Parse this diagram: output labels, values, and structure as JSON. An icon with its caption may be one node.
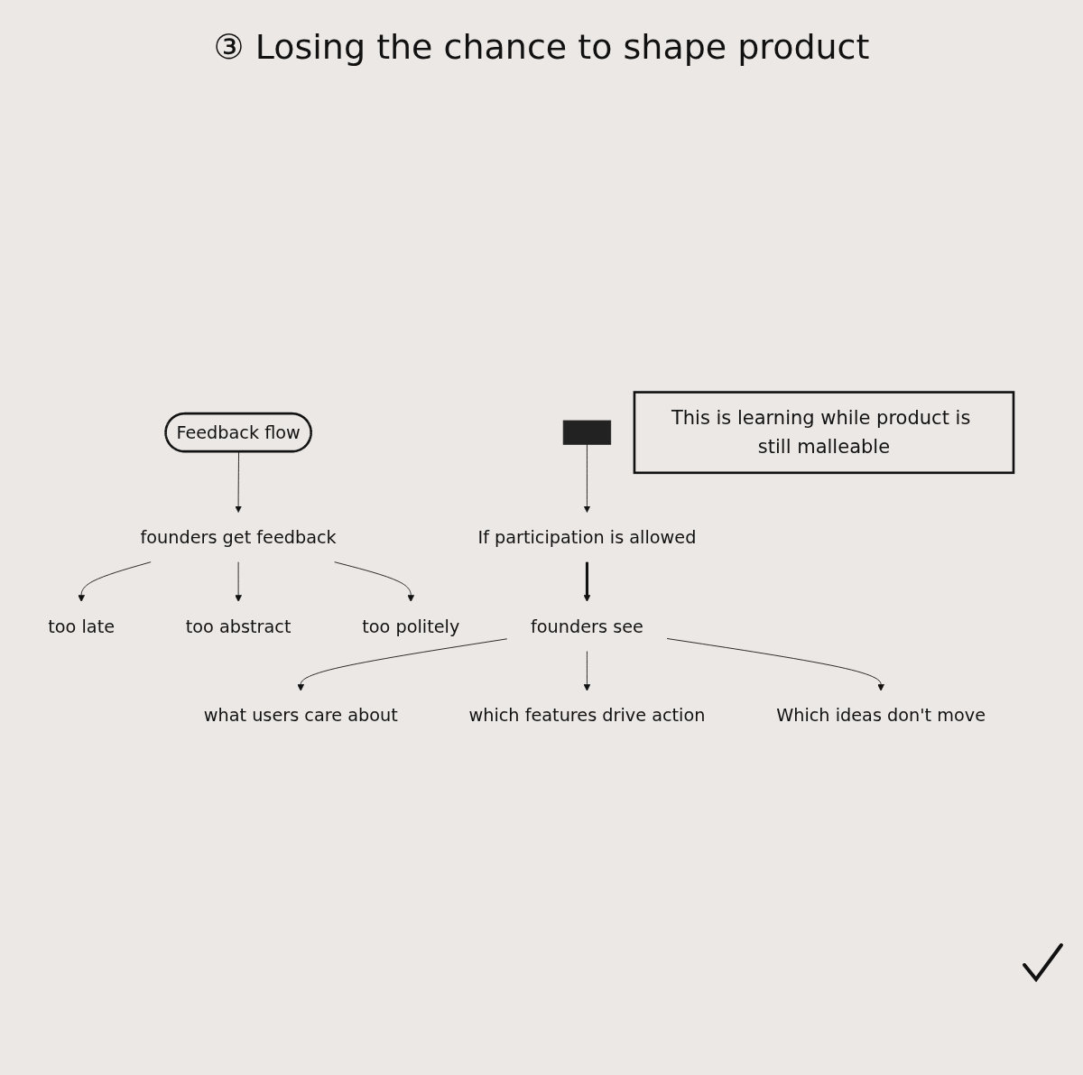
{
  "diagram": {
    "title": "③ Losing the chance to shape product",
    "nodes": [
      {
        "text": [
          "Feedback flow"
        ]
      },
      {
        "text": [
          "founders get feedback"
        ]
      },
      {
        "text": [
          "too late"
        ]
      },
      {
        "text": [
          "too abstract"
        ]
      },
      {
        "text": [
          "too politely"
        ]
      },
      {
        "text": [],
        "shape": "bar"
      },
      {
        "text": [
          "If participation is allowed"
        ]
      },
      {
        "text": [
          "founders see"
        ]
      },
      {
        "text": [
          "what users care about"
        ]
      },
      {
        "text": [
          "which features drive action"
        ]
      },
      {
        "text": [
          "Which ideas don't move"
        ]
      },
      {
        "text": [
          "This is learning while product is still malleable"
        ]
      }
    ],
    "edges": [
      {
        "from": 0,
        "to": 1,
        "arrow": "to"
      },
      {
        "from": 1,
        "to": 2,
        "arrow": "to"
      },
      {
        "from": 1,
        "to": 3,
        "arrow": "to"
      },
      {
        "from": 1,
        "to": 4,
        "arrow": "to"
      },
      {
        "from": 5,
        "to": 6,
        "arrow": "to"
      },
      {
        "from": 6,
        "to": 7,
        "arrow": "to",
        "style": "thick"
      },
      {
        "from": 7,
        "to": 8,
        "arrow": "to"
      },
      {
        "from": 7,
        "to": 9,
        "arrow": "to"
      },
      {
        "from": 7,
        "to": 10,
        "arrow": "to"
      }
    ]
  }
}
